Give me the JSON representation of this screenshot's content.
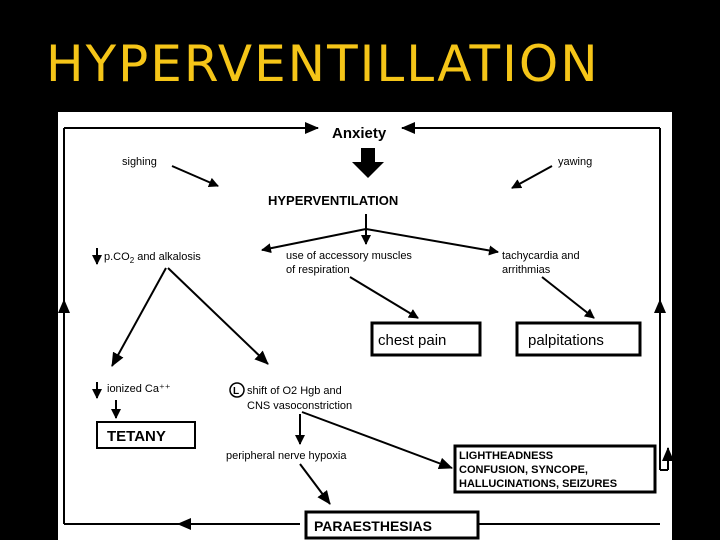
{
  "slide": {
    "title": "HYPERVENTILLATION",
    "colors": {
      "title_text": "#f5c518",
      "background": "#000000",
      "diagram_background": "#ffffff"
    }
  },
  "diagram": {
    "nodes": {
      "anxiety": "Anxiety",
      "sighing": "sighing",
      "yawing": "yawing",
      "hyperventilation": "HYPERVENTILATION",
      "pco2_prefix": "p.CO",
      "pco2_sub": "2",
      "pco2_suffix": " and alkalosis",
      "accessory_line1": "use of accessory muscles",
      "accessory_line2": "of respiration",
      "tachy_line1": "tachycardia and",
      "tachy_line2": "arrithmias",
      "chest_pain": "chest pain",
      "palpitations": "palpitations",
      "ionized_ca": "ionized Ca⁺⁺",
      "shift_marker": "L",
      "shift_line1": "shift of O2 Hgb and",
      "shift_line2": "CNS vasoconstriction",
      "tetany": "TETANY",
      "nerve_hypoxia": "peripheral nerve hypoxia",
      "light_line1": "LIGHTHEADNESS",
      "light_line2": "CONFUSION, SYNCOPE,",
      "light_line3": "HALLUCINATIONS, SEIZURES",
      "paraesthesias": "PARAESTHESIAS"
    }
  }
}
